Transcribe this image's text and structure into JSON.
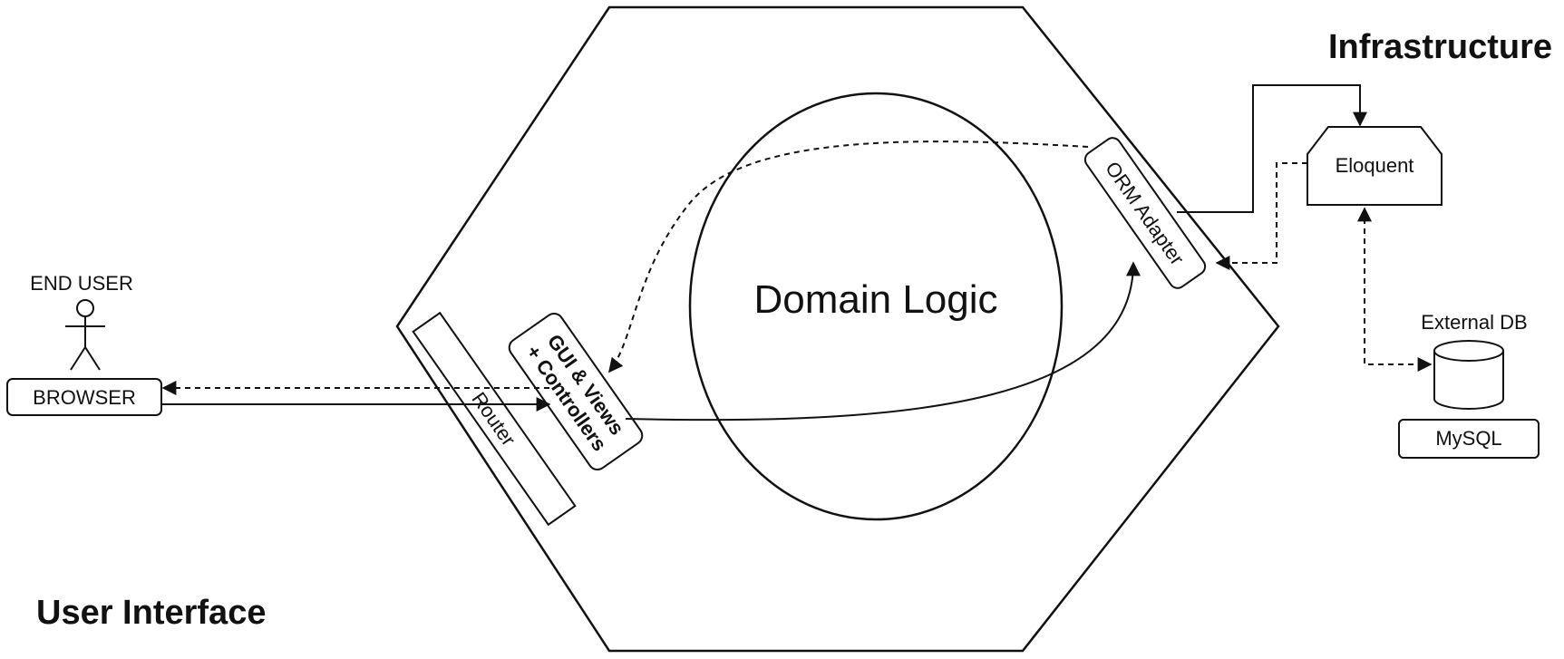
{
  "headings": {
    "infrastructure": "Infrastructure",
    "user_interface": "User Interface"
  },
  "core": {
    "domain_logic": "Domain Logic"
  },
  "nodes": {
    "end_user": "END USER",
    "browser": "BROWSER",
    "router": "Router",
    "gui_line1": "GUI & Views",
    "gui_line2": "+ Controllers",
    "orm_adapter": "ORM Adapter",
    "eloquent": "Eloquent",
    "external_db": "External DB",
    "mysql": "MySQL"
  },
  "colors": {
    "stroke": "#111111",
    "background": "#ffffff"
  }
}
